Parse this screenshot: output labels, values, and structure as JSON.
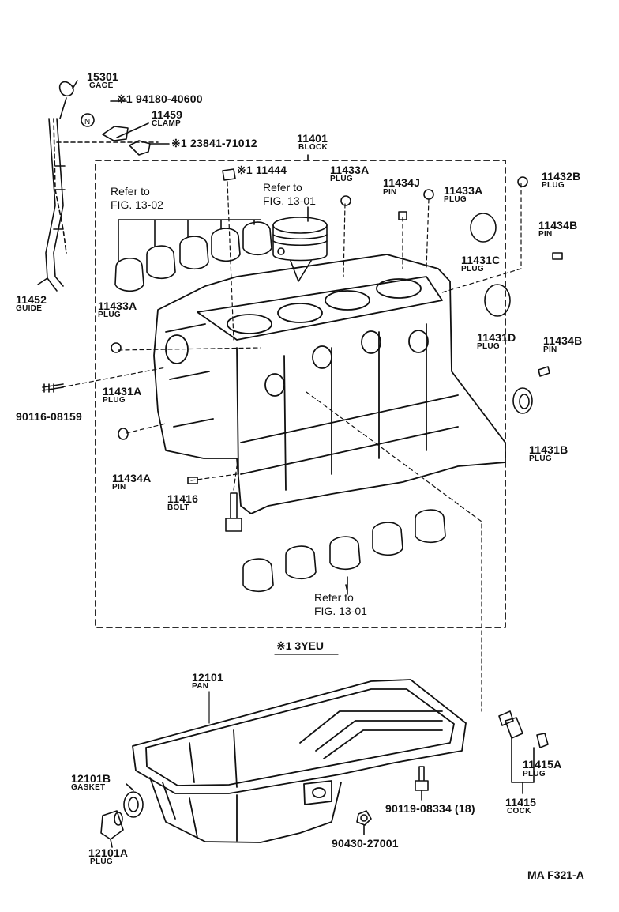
{
  "diagram_id": "MA F321-A",
  "note_header": "※1 3YEU",
  "parts": {
    "p15301": {
      "number": "15301",
      "name": "GAGE"
    },
    "p94180": {
      "number": "※1 94180-40600"
    },
    "n_mark": {
      "number": "N"
    },
    "p11459": {
      "number": "11459",
      "name": "CLAMP"
    },
    "p23841": {
      "number": "※1 23841-71012"
    },
    "p11401": {
      "number": "11401",
      "name": "BLOCK"
    },
    "p11444": {
      "number": "※1 11444"
    },
    "p11433A_top": {
      "number": "11433A",
      "name": "PLUG"
    },
    "p11434J": {
      "number": "11434J",
      "name": "PIN"
    },
    "p11433A_right": {
      "number": "11433A",
      "name": "PLUG"
    },
    "p11432B": {
      "number": "11432B",
      "name": "PLUG"
    },
    "p11434B_top": {
      "number": "11434B",
      "name": "PIN"
    },
    "p11431C": {
      "number": "11431C",
      "name": "PLUG"
    },
    "p11431D": {
      "number": "11431D",
      "name": "PLUG"
    },
    "p11434B_mid": {
      "number": "11434B",
      "name": "PIN"
    },
    "p11431B": {
      "number": "11431B",
      "name": "PLUG"
    },
    "p11452": {
      "number": "11452",
      "name": "GUIDE"
    },
    "p11433A_left": {
      "number": "11433A",
      "name": "PLUG"
    },
    "p90116": {
      "number": "90116-08159"
    },
    "p11431A": {
      "number": "11431A",
      "name": "PLUG"
    },
    "p11434A": {
      "number": "11434A",
      "name": "PIN"
    },
    "p11416": {
      "number": "11416",
      "name": "BOLT"
    },
    "p12101": {
      "number": "12101",
      "name": "PAN"
    },
    "p12101B": {
      "number": "12101B",
      "name": "GASKET"
    },
    "p12101A": {
      "number": "12101A",
      "name": "PLUG"
    },
    "p90119": {
      "number": "90119-08334 (18)"
    },
    "p90430": {
      "number": "90430-27001"
    },
    "p11415A": {
      "number": "11415A",
      "name": "PLUG"
    },
    "p11415": {
      "number": "11415",
      "name": "COCK"
    }
  },
  "references": {
    "ref_left": {
      "line1": "Refer to",
      "line2": "FIG. 13-02"
    },
    "ref_piston": {
      "line1": "Refer to",
      "line2": "FIG. 13-01"
    },
    "ref_bottom": {
      "line1": "Refer to",
      "line2": "FIG. 13-01"
    }
  }
}
